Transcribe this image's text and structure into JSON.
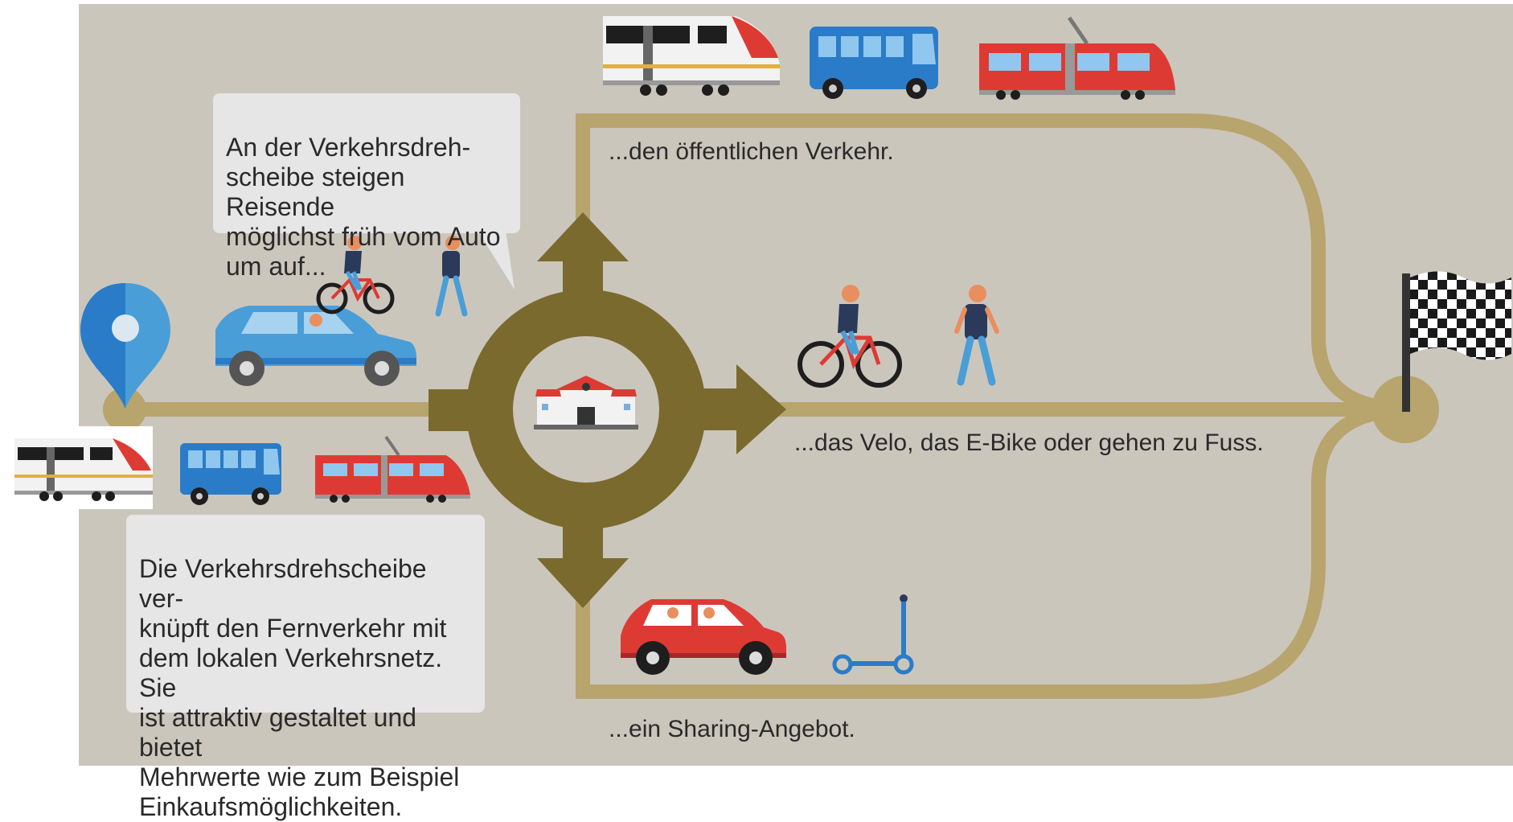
{
  "bubbles": {
    "top_text": "An der Verkehrsdreh-\nscheibe steigen Reisende\nmöglichst früh vom Auto\num auf...",
    "bottom_text": "Die Verkehrsdrehscheibe ver-\nknüpft den Fernverkehr mit\ndem lokalen Verkehrsnetz. Sie\nist attraktiv gestaltet und bietet\nMehrwerte wie zum Beispiel\nEinkaufsmöglichkeiten."
  },
  "routes": {
    "public_transport": "...den öffentlichen Verkehr.",
    "active_mobility": "...das Velo, das E-Bike oder gehen zu Fuss.",
    "sharing": "...ein Sharing-Angebot."
  },
  "colors": {
    "background": "#cbc6bc",
    "road": "#b8a46d",
    "roundabout": "#7a6a2e",
    "marker": "#4a9ed8",
    "vehicle_red": "#dd3a34",
    "vehicle_blue": "#2a7cc8"
  }
}
